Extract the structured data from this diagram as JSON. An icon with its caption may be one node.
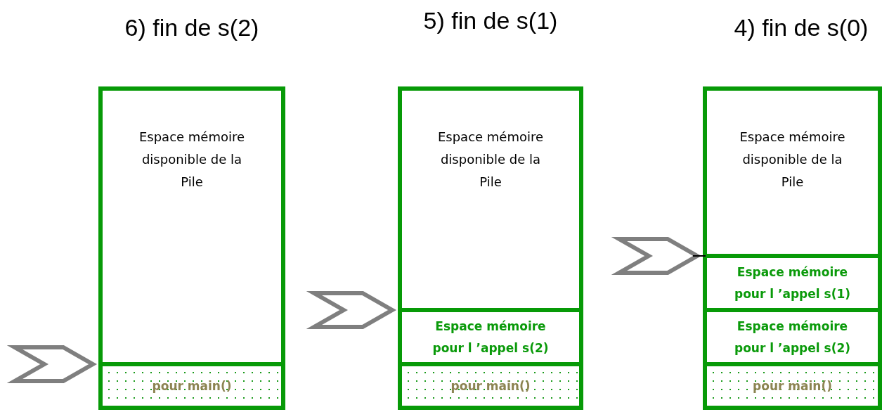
{
  "diagram": {
    "nodes": [
      {
        "text": [],
        "shape": "box"
      },
      {
        "text": [
          "Espace mémoire disponible de la Pile"
        ],
        "in": 0
      },
      {
        "text": [
          "pour main()"
        ],
        "in": 0
      },
      {
        "text": [],
        "shape": "box"
      },
      {
        "text": [
          "Espace mémoire disponible de la Pile"
        ],
        "in": 3
      },
      {
        "text": [
          "Espace mémoire pour l ’appel s(2)"
        ],
        "in": 3
      },
      {
        "text": [
          "pour main()"
        ],
        "in": 3
      },
      {
        "text": [],
        "shape": "box"
      },
      {
        "text": [
          "Espace mémoire disponible de la Pile"
        ],
        "in": 7
      },
      {
        "text": [
          "Espace mémoire pour l ’appel s(1)"
        ],
        "in": 7
      },
      {
        "text": [
          "Espace mémoire pour l ’appel s(2)"
        ],
        "in": 7
      },
      {
        "text": [
          "pour main()"
        ],
        "in": 7
      }
    ],
    "edges": [],
    "labels": [
      "6) fin de s(2)",
      "5) fin de s(1)",
      "4) fin de s(0)"
    ]
  }
}
